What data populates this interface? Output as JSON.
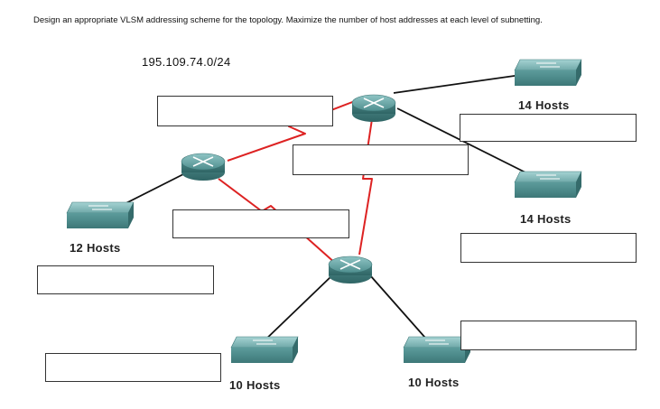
{
  "instruction": "Design an appropriate VLSM addressing scheme for the topology.  Maximize the number of host addresses at each level of subnetting.",
  "network_address": "195.109.74.0/24",
  "lans": [
    {
      "id": "top-right",
      "label": "14 Hosts"
    },
    {
      "id": "right",
      "label": "14 Hosts"
    },
    {
      "id": "left",
      "label": "12 Hosts"
    },
    {
      "id": "bottom-left",
      "label": "10 Hosts"
    },
    {
      "id": "bottom-right",
      "label": "10 Hosts"
    }
  ],
  "answer_boxes": [
    {
      "id": "wan-top-left",
      "value": ""
    },
    {
      "id": "lan-top-right",
      "value": ""
    },
    {
      "id": "wan-center",
      "value": ""
    },
    {
      "id": "wan-left",
      "value": ""
    },
    {
      "id": "lan-right",
      "value": ""
    },
    {
      "id": "lan-left",
      "value": ""
    },
    {
      "id": "lan-bottom-right",
      "value": ""
    },
    {
      "id": "lan-bottom-left",
      "value": ""
    }
  ],
  "colors": {
    "serial_link": "#dd2222",
    "ethernet_link": "#111111",
    "router_body": "#4f8f8f",
    "switch_body": "#5a9a9a"
  },
  "icons": [
    "router-icon",
    "switch-icon"
  ]
}
